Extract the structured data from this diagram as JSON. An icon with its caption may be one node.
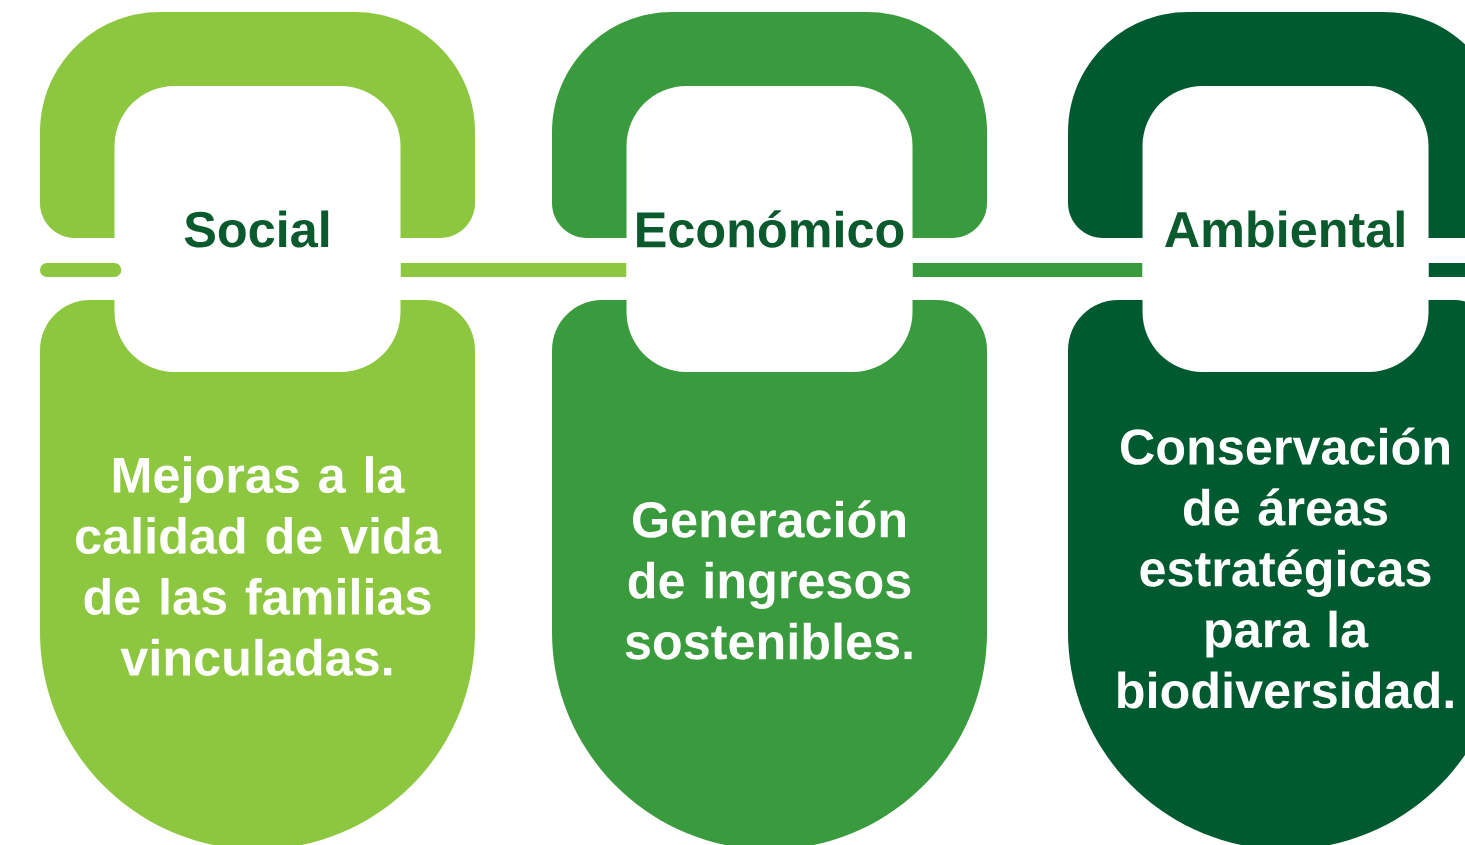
{
  "diagram": {
    "nodes": [
      {
        "text": [
          "Social"
        ]
      },
      {
        "text": [
          "Mejoras a la calidad de vida de las familias vinculadas."
        ]
      },
      {
        "text": [
          "Económico"
        ]
      },
      {
        "text": [
          "Generación de ingresos sostenibles."
        ]
      },
      {
        "text": [
          "Ambiental"
        ]
      },
      {
        "text": [
          "Conservación de áreas estratégicas para la biodiversidad."
        ]
      }
    ],
    "edges": [
      {
        "from": null,
        "to": 0,
        "arrow": "none",
        "color": "#8dc63f"
      },
      {
        "from": 0,
        "to": 2,
        "arrow": "none",
        "color": "#8dc63f"
      },
      {
        "from": 2,
        "to": 4,
        "arrow": "none",
        "color": "#3a9a3e"
      },
      {
        "from": 4,
        "to": null,
        "arrow": "none",
        "color": "#005a30"
      }
    ]
  }
}
